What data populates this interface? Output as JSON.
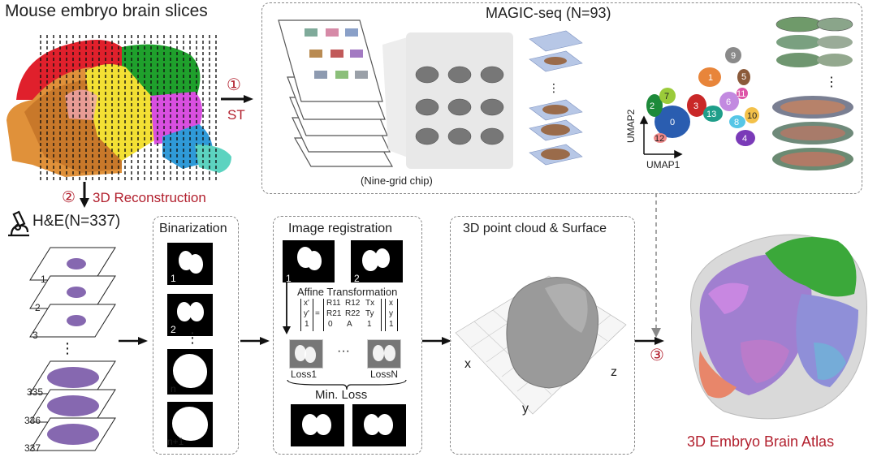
{
  "top_left": {
    "title": "Mouse embryo brain slices"
  },
  "step1": {
    "num": "①",
    "label": "ST"
  },
  "step2": {
    "num": "②",
    "label": "3D Reconstruction"
  },
  "step3": {
    "num": "③"
  },
  "magic": {
    "title": "MAGIC-seq (N=93)",
    "chip_label": "(Nine-grid chip)"
  },
  "umap": {
    "xlabel": "UMAP1",
    "ylabel": "UMAP2",
    "clusters": [
      "0",
      "1",
      "2",
      "3",
      "4",
      "5",
      "6",
      "7",
      "8",
      "9",
      "10",
      "11",
      "12",
      "13"
    ]
  },
  "he": {
    "label": "H&E(N=337)",
    "slice_nums": [
      "1",
      "2",
      "3",
      "335",
      "336",
      "337"
    ]
  },
  "binarization": {
    "title": "Binarization",
    "labels": [
      "1",
      "2",
      "n",
      "n+1"
    ]
  },
  "registration": {
    "title": "Image registration",
    "img_labels": [
      "1",
      "2"
    ],
    "affine_title": "Affine Transformation",
    "matrix_left": [
      "x'",
      "y'",
      "1"
    ],
    "matrix_mid": [
      [
        "R11",
        "R12",
        "Tx"
      ],
      [
        "R21",
        "R22",
        "Ty"
      ],
      [
        "0",
        "A",
        "1"
      ]
    ],
    "matrix_right": [
      "x",
      "y",
      "1"
    ],
    "loss1": "Loss1",
    "lossn": "LossN",
    "dots": "···",
    "min_loss": "Min. Loss"
  },
  "cloud": {
    "title": "3D point cloud & Surface",
    "axes": [
      "x",
      "y",
      "z"
    ]
  },
  "atlas": {
    "title": "3D Embryo Brain Atlas"
  },
  "colors": {
    "accent_red": "#b2202e",
    "dash": "#888888"
  }
}
